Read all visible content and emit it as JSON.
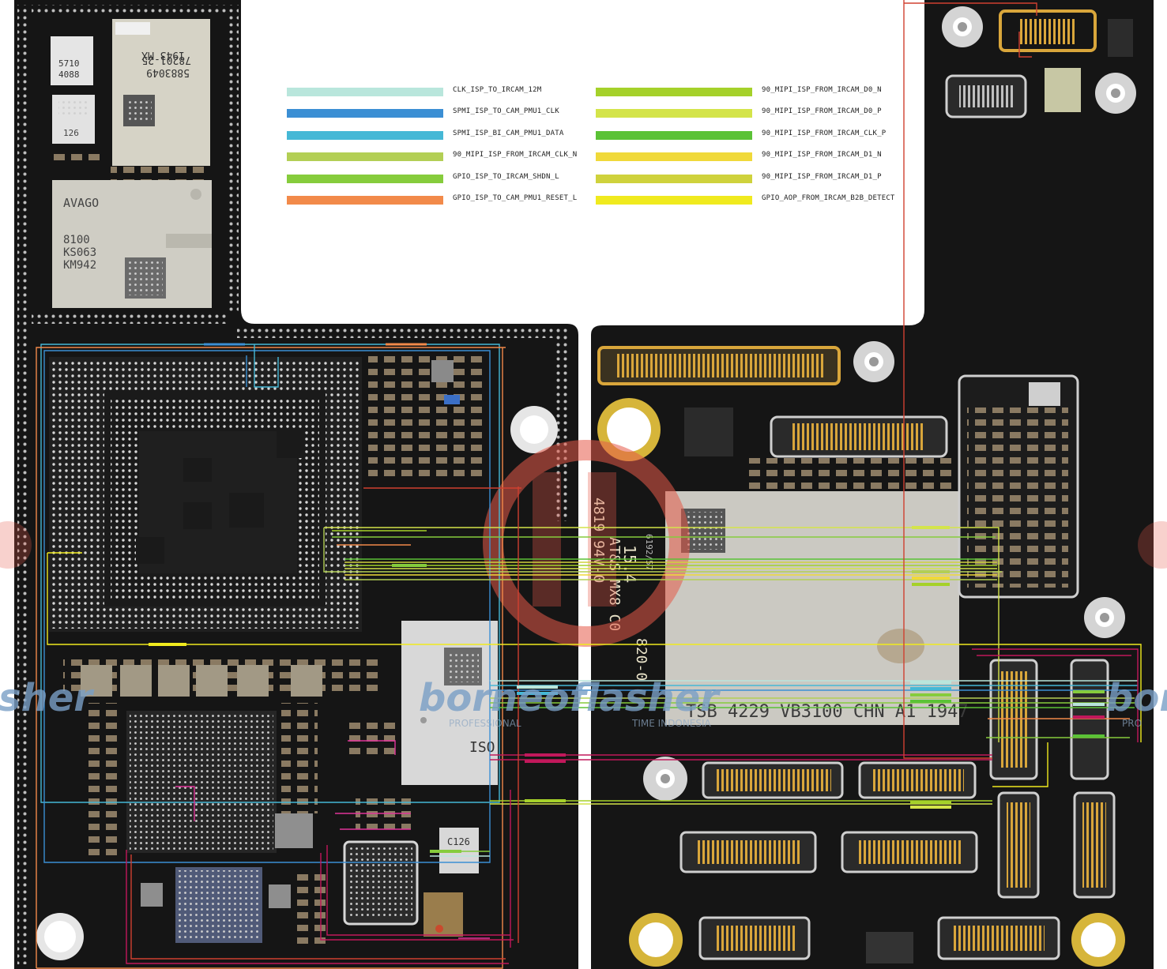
{
  "legend": [
    {
      "label": "CLK_ISP_TO_IRCAM_12M",
      "color": "#b9e6dc"
    },
    {
      "label": "SPMI_ISP_TO_CAM_PMU1_CLK",
      "color": "#3b8fd4"
    },
    {
      "label": "SPMI_ISP_BI_CAM_PMU1_DATA",
      "color": "#45b8d6"
    },
    {
      "label": "90_MIPI_ISP_FROM_IRCAM_CLK_N",
      "color": "#b3cf55"
    },
    {
      "label": "GPIO_ISP_TO_IRCAM_SHDN_L",
      "color": "#86cc3c"
    },
    {
      "label": "GPIO_ISP_TO_CAM_PMU1_RESET_L",
      "color": "#f28a4a"
    },
    {
      "label": "90_MIPI_ISP_FROM_IRCAM_D0_N",
      "color": "#a5d12a"
    },
    {
      "label": "90_MIPI_ISP_FROM_IRCAM_D0_P",
      "color": "#d4e44a"
    },
    {
      "label": "90_MIPI_ISP_FROM_IRCAM_CLK_P",
      "color": "#5bc236"
    },
    {
      "label": "90_MIPI_ISP_FROM_IRCAM_D1_N",
      "color": "#f0d93a"
    },
    {
      "label": "90_MIPI_ISP_FROM_IRCAM_D1_P",
      "color": "#cfd23c"
    },
    {
      "label": "GPIO_AOP_FROM_IRCAM_B2B_DETECT",
      "color": "#f0ea1e"
    }
  ],
  "board_markings": {
    "chip_5710": "5710",
    "chip_4088": "4088",
    "chip_126": "126",
    "chip_78201": "78201-25",
    "chip_5883049": "5883049",
    "chip_1943": "1943 MX",
    "avago": "AVAGO",
    "avago_8100": "8100",
    "avago_ks063": "KS063",
    "avago_km942": "KM942",
    "iso": "ISO",
    "c126": "C126",
    "nand_line": "TSB 4229 VB3100 CHN A1 1947",
    "rot_154": "15.4",
    "rot_atas": "AT&S MX8 C0",
    "rot_4819": "4819 94V-0",
    "rot_820": "820-0",
    "rot_6192": "6192/57"
  },
  "watermark": {
    "brand": "borneoflasher",
    "tag_left": "PROFESSIONAL",
    "tag_right": "TIME INDONESIA",
    "edge_left": "sher",
    "edge_right": "bor",
    "edge_pro": "PRO"
  }
}
